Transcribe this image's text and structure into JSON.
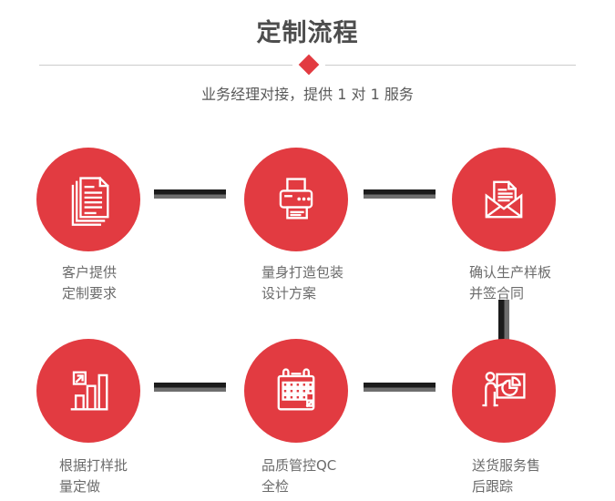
{
  "header": {
    "title": "定制流程",
    "subtitle": "业务经理对接，提供 1 对 1 服务"
  },
  "steps": [
    {
      "icon": "documents-icon",
      "label_line1": "客户提供",
      "label_line2": "定制要求"
    },
    {
      "icon": "printer-icon",
      "label_line1": "量身打造包装",
      "label_line2": "设计方案"
    },
    {
      "icon": "envelope-icon",
      "label_line1": "确认生产样板",
      "label_line2": "并签合同"
    },
    {
      "icon": "bar-chart-icon",
      "label_line1": "根据打样批",
      "label_line2": "量定做"
    },
    {
      "icon": "calendar-icon",
      "label_line1": "品质管控QC",
      "label_line2": "全检"
    },
    {
      "icon": "presentation-icon",
      "label_line1": "送货服务售",
      "label_line2": "后跟踪"
    }
  ],
  "colors": {
    "circle": "#e23b41",
    "accent": "#e23b41",
    "divider": "#cccccc",
    "title": "#4d4d4d",
    "subtitle": "#595959",
    "label": "#6b6b6b",
    "connector_dark": "#1b1b1b",
    "connector_gray": "#6e6e6e",
    "page_bg": "#ffffff"
  }
}
